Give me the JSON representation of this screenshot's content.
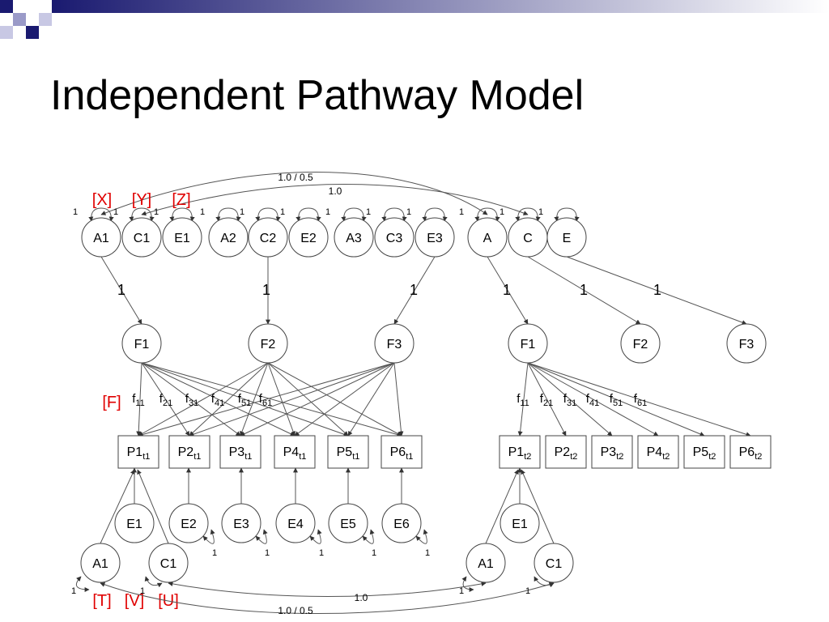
{
  "slide": {
    "title": "Independent Pathway Model"
  },
  "colors": {
    "text": "#000000",
    "annotation": "#e00000",
    "line": "#555555",
    "deco_blue": "#1a1a70"
  },
  "left": {
    "latent_labels": [
      "A1",
      "C1",
      "E1",
      "A2",
      "C2",
      "E2",
      "A3",
      "C3",
      "E3"
    ],
    "factor_labels": [
      "F1",
      "F2",
      "F3"
    ],
    "variance_labels": [
      "1",
      "1",
      "1",
      "1",
      "1",
      "1",
      "1",
      "1",
      "1"
    ],
    "loading_labels": [
      "1",
      "1",
      "1"
    ],
    "phenotypes": [
      {
        "base": "P1",
        "sub": "t1"
      },
      {
        "base": "P2",
        "sub": "t1"
      },
      {
        "base": "P3",
        "sub": "t1"
      },
      {
        "base": "P4",
        "sub": "t1"
      },
      {
        "base": "P5",
        "sub": "t1"
      },
      {
        "base": "P6",
        "sub": "t1"
      }
    ],
    "f_labels": [
      {
        "base": "f",
        "sub": "11"
      },
      {
        "base": "f",
        "sub": "21"
      },
      {
        "base": "f",
        "sub": "31"
      },
      {
        "base": "f",
        "sub": "41"
      },
      {
        "base": "f",
        "sub": "51"
      },
      {
        "base": "f",
        "sub": "61"
      }
    ],
    "error_labels": [
      "E1",
      "E2",
      "E3",
      "E4",
      "E5",
      "E6"
    ],
    "error_variance_labels": [
      "1",
      "1",
      "1",
      "1",
      "1"
    ],
    "spec_labels": [
      "A1",
      "C1"
    ],
    "spec_variance_labels": [
      "1",
      "1"
    ]
  },
  "right": {
    "latent_labels": [
      "A",
      "C",
      "E"
    ],
    "factor_labels": [
      "F1",
      "F2",
      "F3"
    ],
    "variance_labels": [
      "1",
      "1",
      "1"
    ],
    "loading_labels": [
      "1",
      "1",
      "1"
    ],
    "phenotypes": [
      {
        "base": "P1",
        "sub": "t2"
      },
      {
        "base": "P2",
        "sub": "t2"
      },
      {
        "base": "P3",
        "sub": "t2"
      },
      {
        "base": "P4",
        "sub": "t2"
      },
      {
        "base": "P5",
        "sub": "t2"
      },
      {
        "base": "P6",
        "sub": "t2"
      }
    ],
    "f_labels": [
      {
        "base": "f",
        "sub": "11"
      },
      {
        "base": "f",
        "sub": "21"
      },
      {
        "base": "f",
        "sub": "31"
      },
      {
        "base": "f",
        "sub": "41"
      },
      {
        "base": "f",
        "sub": "51"
      },
      {
        "base": "f",
        "sub": "61"
      }
    ],
    "error_labels": [
      "E1"
    ],
    "spec_labels": [
      "A1",
      "C1"
    ],
    "spec_variance_labels": [
      "1",
      "1"
    ]
  },
  "correlations": {
    "top_ac": "1.0 / 0.5",
    "top_c": "1.0",
    "bottom_c": "1.0",
    "bottom_ac": "1.0 / 0.5"
  },
  "annotations": {
    "x": "[X]",
    "y": "[Y]",
    "z": "[Z]",
    "f": "[F]",
    "t": "[T]",
    "v": "[V]",
    "u": "[U]"
  }
}
